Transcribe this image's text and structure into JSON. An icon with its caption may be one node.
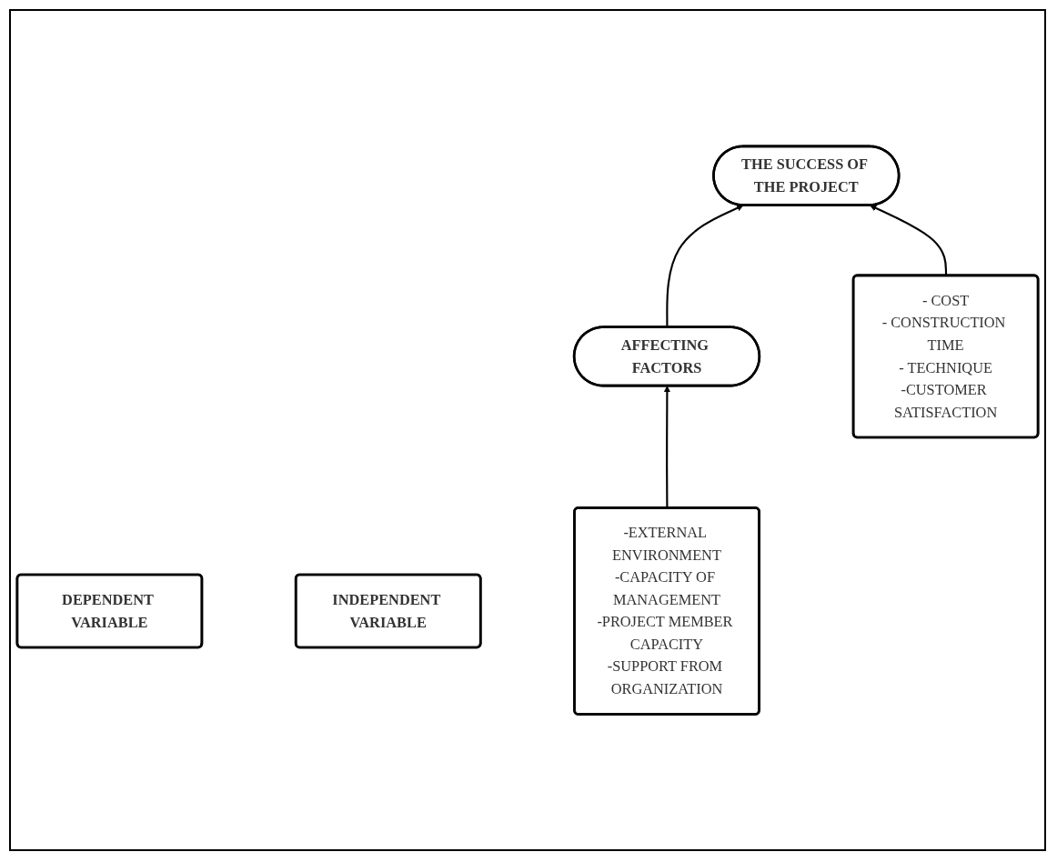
{
  "diagram": {
    "nodes": [
      {
        "text": [
          "DEPENDENT VARIABLE"
        ]
      },
      {
        "text": [
          "INDEPENDENT VARIABLE"
        ]
      },
      {
        "text": [
          "THE SUCCESS OF THE PROJECT"
        ]
      },
      {
        "text": [
          "AFFECTING FACTORS"
        ]
      },
      {
        "text": [
          "- COST",
          "- CONSTRUCTION TIME",
          "- TECHNIQUE",
          "-CUSTOMER SATISFACTION"
        ]
      },
      {
        "text": [
          "-EXTERNAL ENVIRONMENT",
          "-CAPACITY OF MANAGEMENT",
          "-PROJECT MEMBER CAPACITY",
          "-SUPPORT FROM ORGANIZATION"
        ]
      }
    ],
    "edges": [
      {
        "from": 3,
        "to": 2,
        "arrow": "to"
      },
      {
        "from": 4,
        "to": 2,
        "arrow": "to"
      },
      {
        "from": 5,
        "to": 3,
        "arrow": "to"
      }
    ]
  }
}
